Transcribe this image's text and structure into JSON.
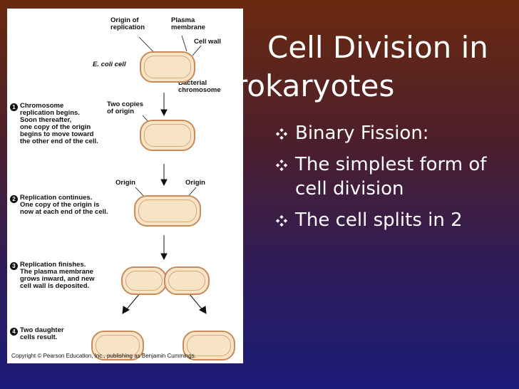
{
  "slide": {
    "title_line1": "Cell Division in",
    "title_line2": "rokaryotes",
    "bullets": [
      "Binary Fission:",
      "The simplest form of cell division",
      "The cell splits in 2"
    ]
  },
  "figure": {
    "labels": {
      "origin_of_replication": "Origin of\nreplication",
      "plasma_membrane": "Plasma\nmembrane",
      "cell_wall": "Cell wall",
      "ecoli_cell": "E. coli cell",
      "bacterial_chromosome": "Bacterial\nchromosome",
      "two_copies_of_origin": "Two copies\nof origin",
      "origin_left": "Origin",
      "origin_right": "Origin"
    },
    "steps": [
      {
        "num": "1",
        "text": "Chromosome\nreplication begins.\nSoon thereafter,\none copy of the origin\nbegins to move toward\nthe other end of the cell."
      },
      {
        "num": "2",
        "text": "Replication continues.\nOne copy of the origin is\nnow at each end of the cell."
      },
      {
        "num": "3",
        "text": "Replication finishes.\nThe plasma membrane\ngrows inward, and new\ncell wall is deposited."
      },
      {
        "num": "4",
        "text": "Two daughter\ncells result."
      }
    ],
    "copyright": "Copyright © Pearson Education, Inc., publishing as Benjamin Cummings."
  }
}
